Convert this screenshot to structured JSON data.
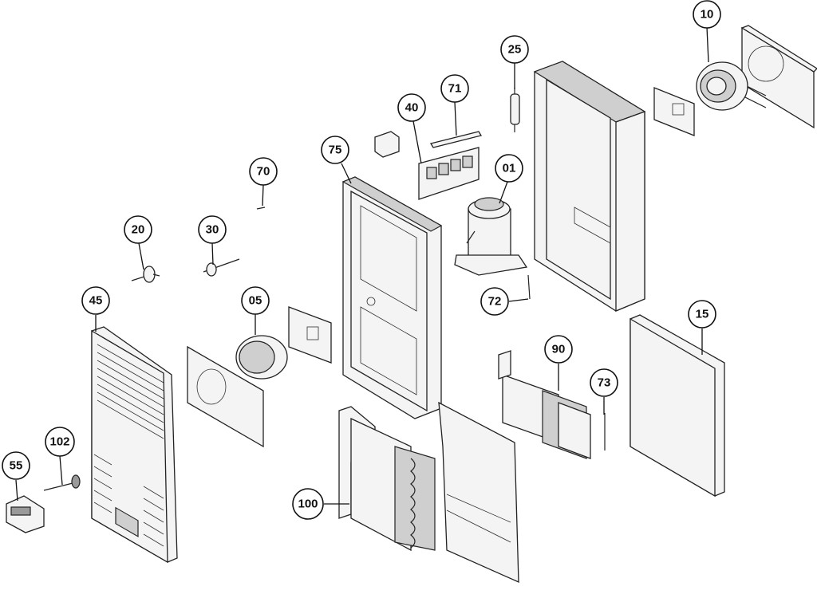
{
  "diagram": {
    "type": "exploded-parts-view",
    "callouts": [
      {
        "id": "c10",
        "label": "10"
      },
      {
        "id": "c25",
        "label": "25"
      },
      {
        "id": "c71",
        "label": "71"
      },
      {
        "id": "c40",
        "label": "40"
      },
      {
        "id": "c75",
        "label": "75"
      },
      {
        "id": "c01",
        "label": "01"
      },
      {
        "id": "c70",
        "label": "70"
      },
      {
        "id": "c20",
        "label": "20"
      },
      {
        "id": "c30",
        "label": "30"
      },
      {
        "id": "c45",
        "label": "45"
      },
      {
        "id": "c05",
        "label": "05"
      },
      {
        "id": "c72",
        "label": "72"
      },
      {
        "id": "c15",
        "label": "15"
      },
      {
        "id": "c90",
        "label": "90"
      },
      {
        "id": "c73",
        "label": "73"
      },
      {
        "id": "c102",
        "label": "102"
      },
      {
        "id": "c55",
        "label": "55"
      },
      {
        "id": "c100",
        "label": "100"
      }
    ]
  }
}
